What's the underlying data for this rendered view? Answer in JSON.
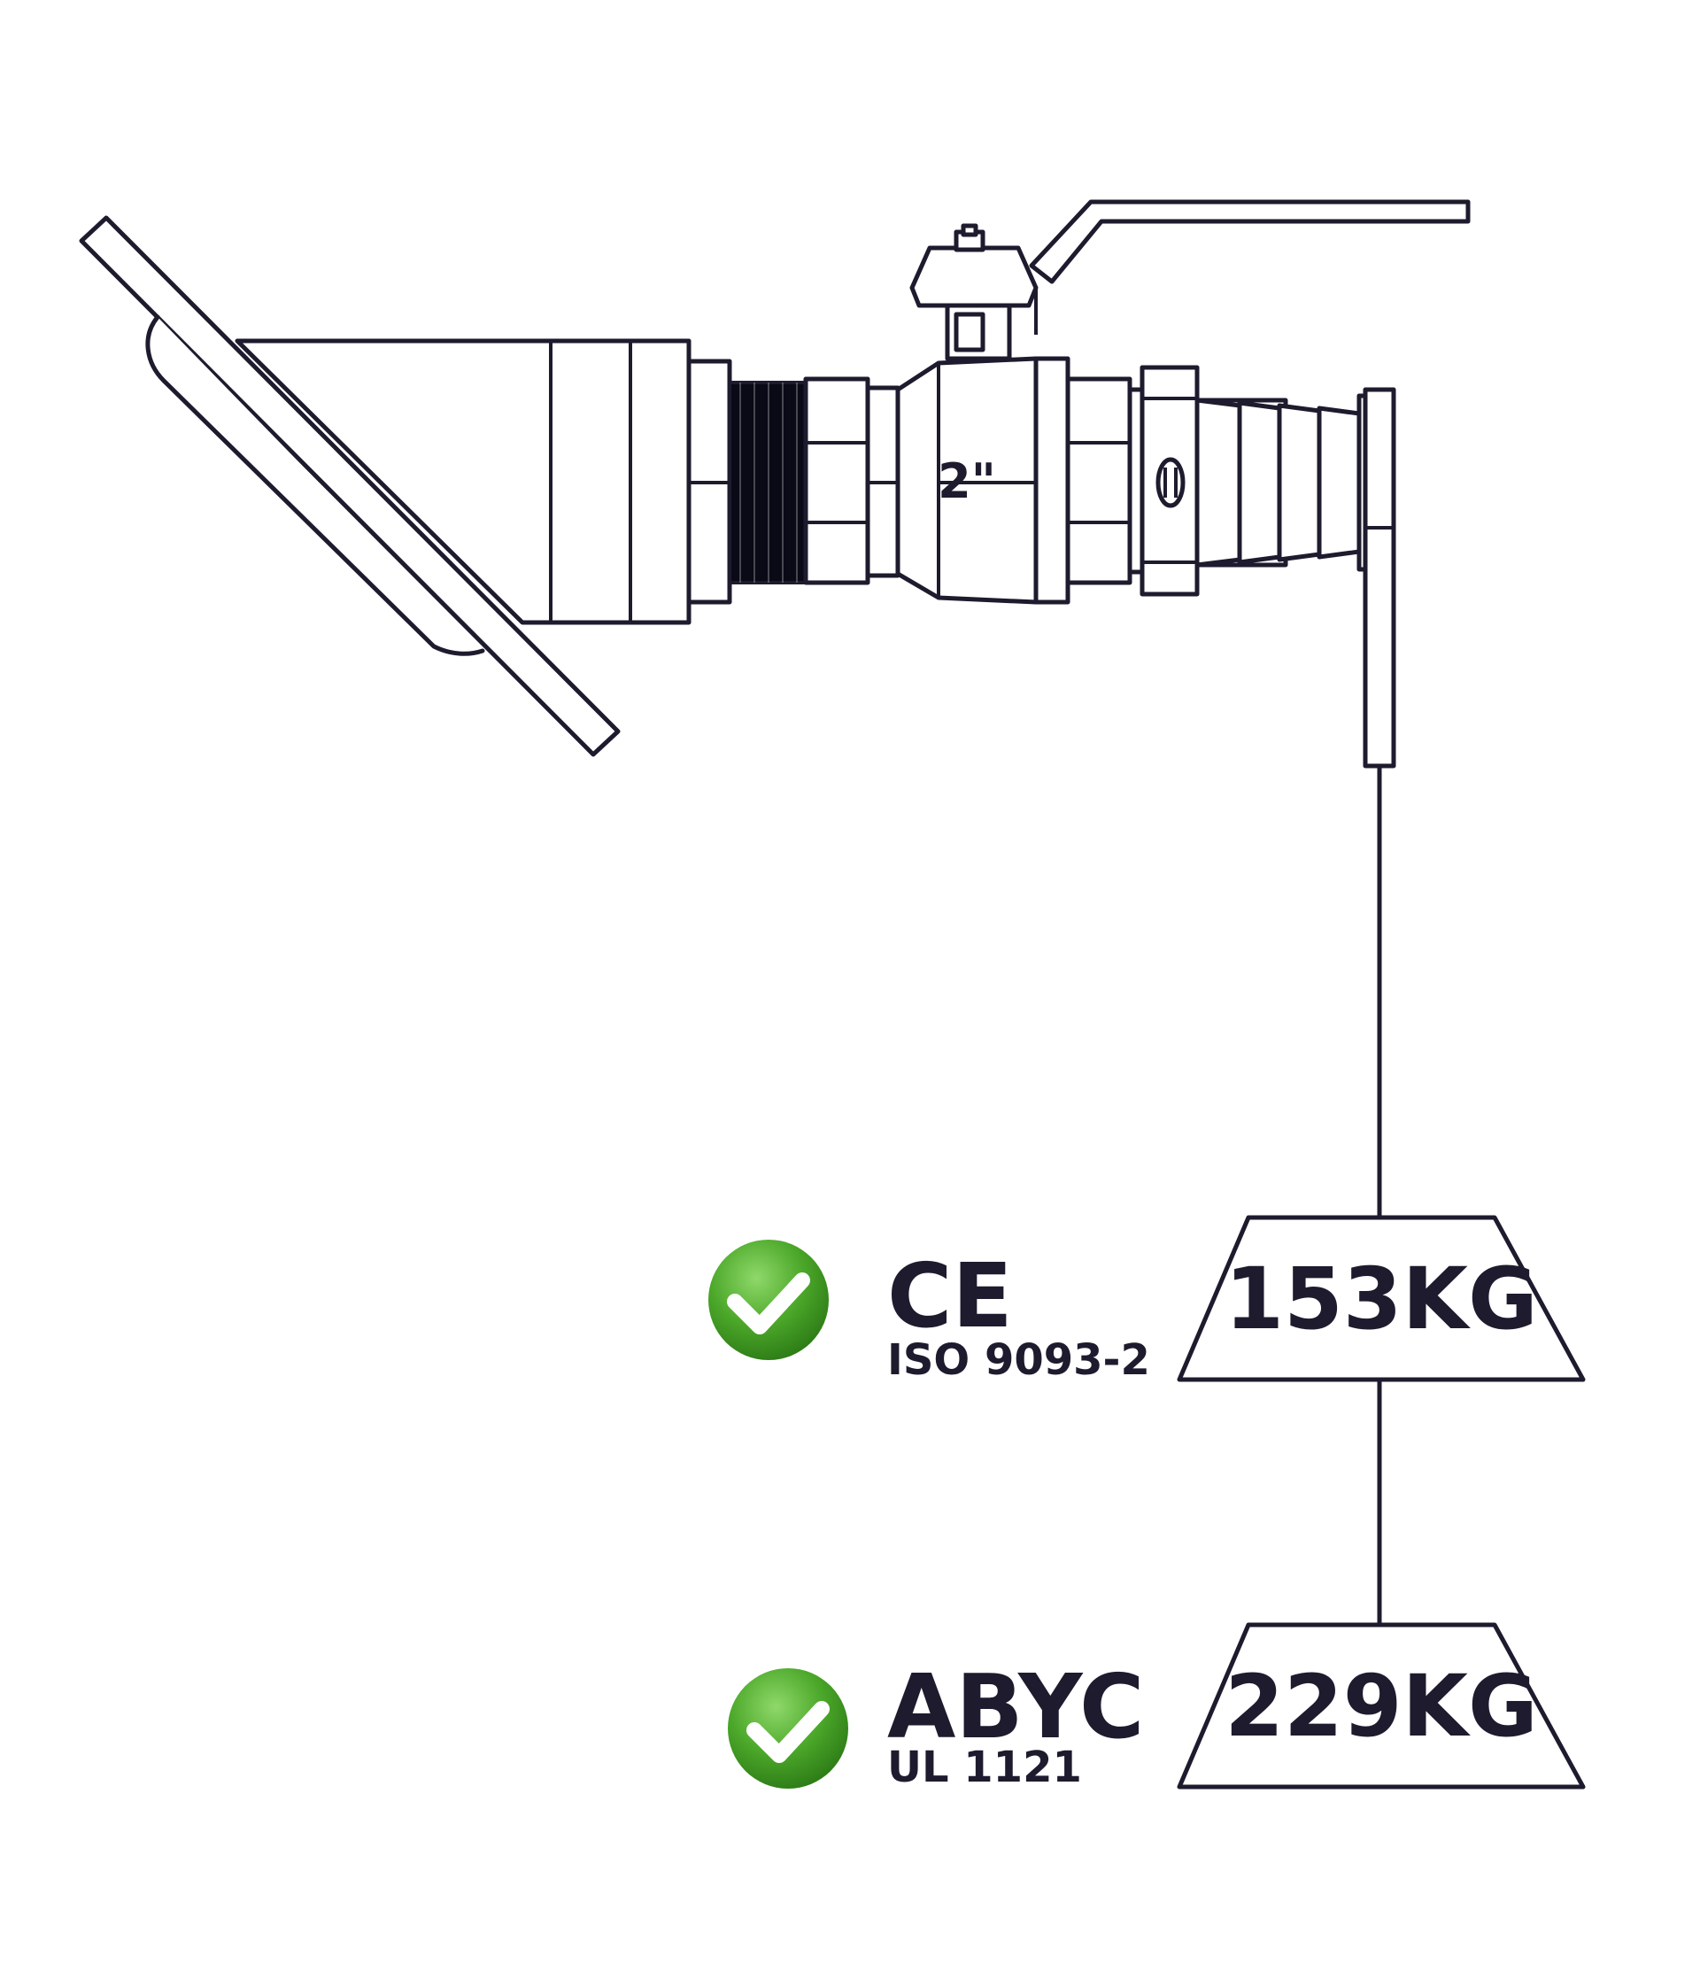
{
  "valve": {
    "size_label": "2\""
  },
  "certifications": [
    {
      "name": "CE",
      "standard": "ISO 9093-2",
      "weight": "153KG",
      "check_icon": "check-circle-icon"
    },
    {
      "name": "ABYC",
      "standard": "UL 1121",
      "weight": "229KG",
      "check_icon": "check-circle-icon"
    }
  ],
  "colors": {
    "line": "#1e1b2e",
    "check_green": "#4ca82a",
    "check_green_dark": "#2e7d17"
  }
}
